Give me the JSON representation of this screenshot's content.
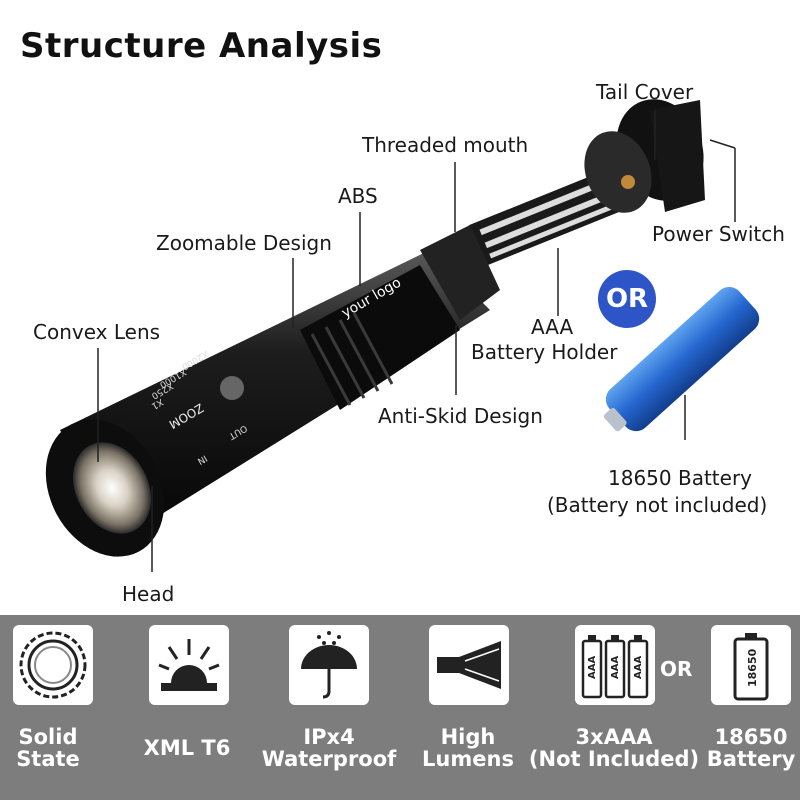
{
  "title": "Structure Analysis",
  "callouts": {
    "tail_cover": "Tail Cover",
    "threaded_mouth": "Threaded mouth",
    "abs": "ABS",
    "zoomable_design": "Zoomable Design",
    "power_switch": "Power Switch",
    "convex_lens": "Convex Lens",
    "aaa_battery_holder_1": "AAA",
    "aaa_battery_holder_2": "Battery Holder",
    "anti_skid_design": "Anti-Skid Design",
    "battery_18650_1": "18650 Battery",
    "battery_18650_2": "(Battery not included)",
    "head": "Head"
  },
  "or_badge": "OR",
  "logo_text": "your logo",
  "flashlight_print": {
    "zoom": "ZOOM",
    "models": [
      "X2000",
      "X1000",
      "X250",
      "X1"
    ],
    "labels": [
      "OUT",
      "IN"
    ]
  },
  "features": [
    {
      "icon": "solid-state-icon",
      "line1": "Solid",
      "line2": "State"
    },
    {
      "icon": "led-chip-icon",
      "line1": "XML T6",
      "line2": ""
    },
    {
      "icon": "umbrella-rain-icon",
      "line1": "IPx4",
      "line2": "Waterproof"
    },
    {
      "icon": "high-lumens-icon",
      "line1": "High",
      "line2": "Lumens"
    },
    {
      "icon": "aaa-batteries-icon",
      "line1": "3xAAA",
      "line2": "(Not Included)"
    },
    {
      "icon": "battery-18650-icon",
      "line1": "18650",
      "line2": "Battery"
    }
  ],
  "feature_or": "OR",
  "battery_icon_labels": {
    "aaa": "AAA",
    "b18650": "18650"
  },
  "colors": {
    "band": "#7d7d7d",
    "or_badge": "#2d55c7",
    "battery": "#2a6fd6"
  }
}
